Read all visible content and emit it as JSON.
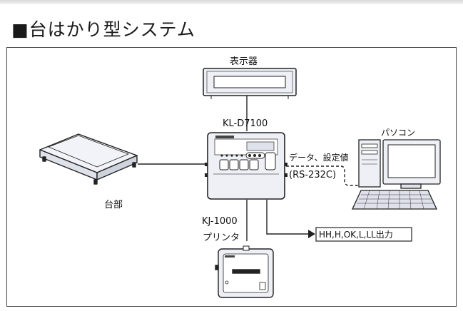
{
  "title": "■台はかり型システム",
  "labels": {
    "display": "表示器",
    "controller": "KL-D7100",
    "pc": "パソコン",
    "data_link": "データ、設定値",
    "rs232c": "(RS-232C)",
    "platform": "台部",
    "printer_model": "KJ-1000",
    "printer": "プリンタ",
    "output": "HH,H,OK,L,LL出力"
  },
  "colors": {
    "line": "#222222",
    "device_fill": "#eef0f6",
    "device_dark": "#cfd4de"
  },
  "icons": [
    "display-unit-icon",
    "weighing-controller-icon",
    "platform-scale-icon",
    "personal-computer-icon",
    "printer-icon",
    "arrow-icon"
  ]
}
